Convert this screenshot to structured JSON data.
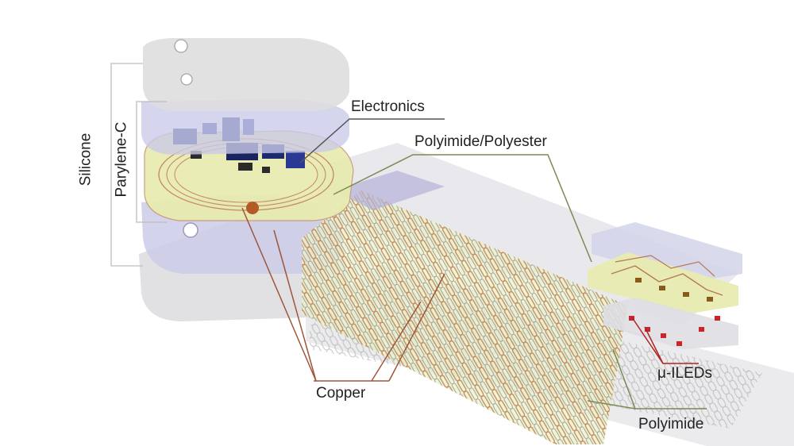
{
  "labels": {
    "silicone": "Silicone",
    "parylene": "Parylene-C",
    "electronics": "Electronics",
    "polyimide_polyester": "Polyimide/Polyester",
    "copper": "Copper",
    "uiled": "μ-ILEDs",
    "polyimide": "Polyimide"
  },
  "colors": {
    "silicone_layer": "#d9d9dc",
    "parylene_layer": "#c9c9e6",
    "polyimide_layer": "#e7ecb1",
    "copper_trace": "#c07a4a",
    "electronics_chip": "#1c2a6e",
    "callout_green": "#7c8a55",
    "callout_copper": "#a0553a",
    "callout_red": "#b02424",
    "led_red": "#c8262a",
    "bracket_gray": "#bdbdbd"
  }
}
